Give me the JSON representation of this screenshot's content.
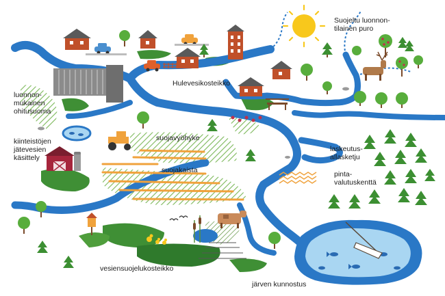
{
  "diagram": {
    "labels": {
      "protected_stream": [
        "Suojeltu luonnon-",
        "tilainen puro"
      ],
      "stormwater_wetland": "Hulevesikosteikko",
      "bypass_channel": [
        "luonnon-",
        "mukainen",
        "ohitusuoma"
      ],
      "wastewater": [
        "kiinteistöjen",
        "jätevesien",
        "käsittely"
      ],
      "buffer_zone": "suojavyöhyke",
      "buffer_strip": "suojakaista",
      "settling_ponds": [
        "laskeutus-",
        "allasketju"
      ],
      "overland_flow_field": [
        "pinta-",
        "valutuskenttä"
      ],
      "water_protection_wetland": "vesiensuojelukosteikko",
      "lake_restoration": "järven kunnostus"
    },
    "colors": {
      "water": "#2a78c6",
      "tree": "#58ad3c",
      "field_stripe": "#f0a23c",
      "hatch": "#7cb85a",
      "roof": "#5a5a5a",
      "house": "#c0502a",
      "sun": "#f8c81c",
      "barn": "#a6263c",
      "lake": "#9fcfee",
      "fish": "#2a6bb3"
    },
    "icons": [
      "sun-icon",
      "house-icon",
      "car-icon",
      "tractor-icon",
      "barn-icon",
      "cow-icon",
      "deer-icon",
      "bench-icon",
      "duck-icon",
      "bird-icon",
      "fish-icon",
      "birdhouse-icon",
      "tree-icon",
      "spruce-icon",
      "dam-icon",
      "cattail-icon",
      "boat-icon"
    ]
  }
}
